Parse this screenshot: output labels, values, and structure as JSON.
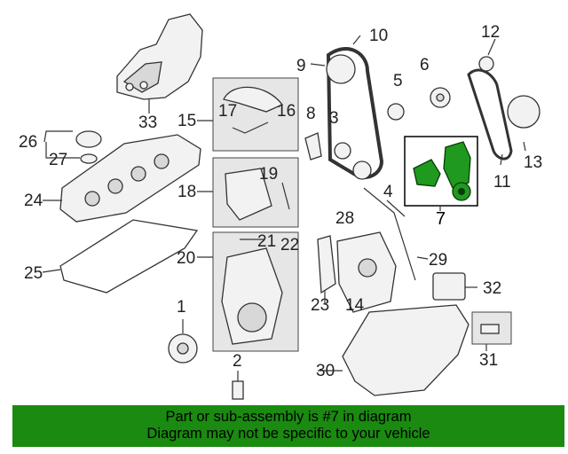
{
  "callouts": {
    "n1": "1",
    "n2": "2",
    "n3": "3",
    "n4": "4",
    "n5": "5",
    "n6": "6",
    "n7": "7",
    "n8": "8",
    "n9": "9",
    "n10": "10",
    "n11": "11",
    "n12": "12",
    "n13": "13",
    "n14": "14",
    "n15": "15",
    "n16": "16",
    "n17": "17",
    "n18": "18",
    "n19": "19",
    "n20": "20",
    "n21": "21",
    "n22": "22",
    "n23": "23",
    "n24": "24",
    "n25": "25",
    "n26": "26",
    "n27": "27",
    "n28": "28",
    "n29": "29",
    "n30": "30",
    "n31": "31",
    "n32": "32",
    "n33": "33"
  },
  "highlight": {
    "part": "7",
    "color": "#1f9a1f"
  },
  "banner": {
    "line1": "Part or sub-assembly is #7 in diagram",
    "line2": "Diagram may not be specific to your vehicle",
    "color": "#1a8a10"
  }
}
